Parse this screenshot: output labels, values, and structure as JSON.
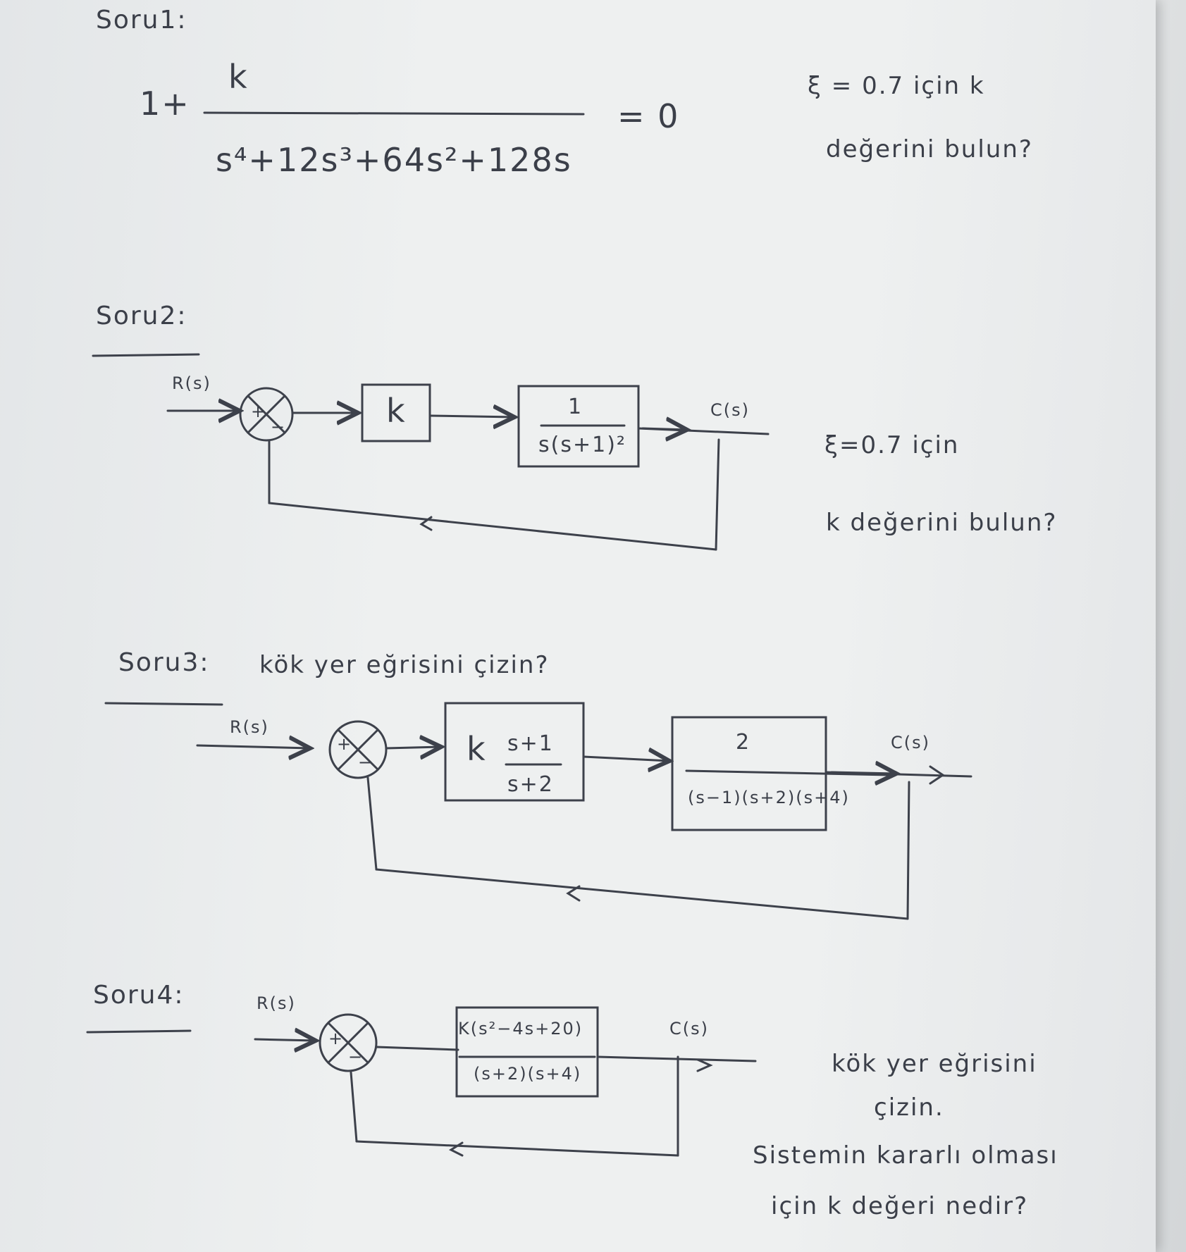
{
  "q1": {
    "title": "Soru1:",
    "prefix": "1+",
    "numerator": "k",
    "denominator": "s⁴+12s³+64s²+128s",
    "equals": "= 0",
    "note_line1": "ξ = 0.7 için k",
    "note_line2": "değerini bulun?"
  },
  "q2": {
    "title": "Soru2:",
    "input_label": "R(s)",
    "output_label": "C(s)",
    "sum_plus": "+",
    "sum_minus": "−",
    "gain_block": "k",
    "plant_numerator": "1",
    "plant_denominator": "s(s+1)²",
    "note_line1": "ξ=0.7 için",
    "note_line2": "k değerini bulun?"
  },
  "q3": {
    "title": "Soru3:",
    "instruction": "kök yer eğrisini çizin?",
    "input_label": "R(s)",
    "output_label": "C(s)",
    "sum_plus": "+",
    "sum_minus": "−",
    "controller_gain": "k",
    "controller_numerator": "s+1",
    "controller_denominator": "s+2",
    "plant_numerator": "2",
    "plant_denominator": "(s−1)(s+2)(s+4)"
  },
  "q4": {
    "title": "Soru4:",
    "input_label": "R(s)",
    "output_label": "C(s)",
    "sum_plus": "+",
    "sum_minus": "−",
    "plant_numerator": "K(s²−4s+20)",
    "plant_denominator": "(s+2)(s+4)",
    "note_line1": "kök yer eğrisini",
    "note_line2": "çizin.",
    "note_line3": "Sistemin kararlı olması",
    "note_line4": "için k değeri nedir?"
  }
}
